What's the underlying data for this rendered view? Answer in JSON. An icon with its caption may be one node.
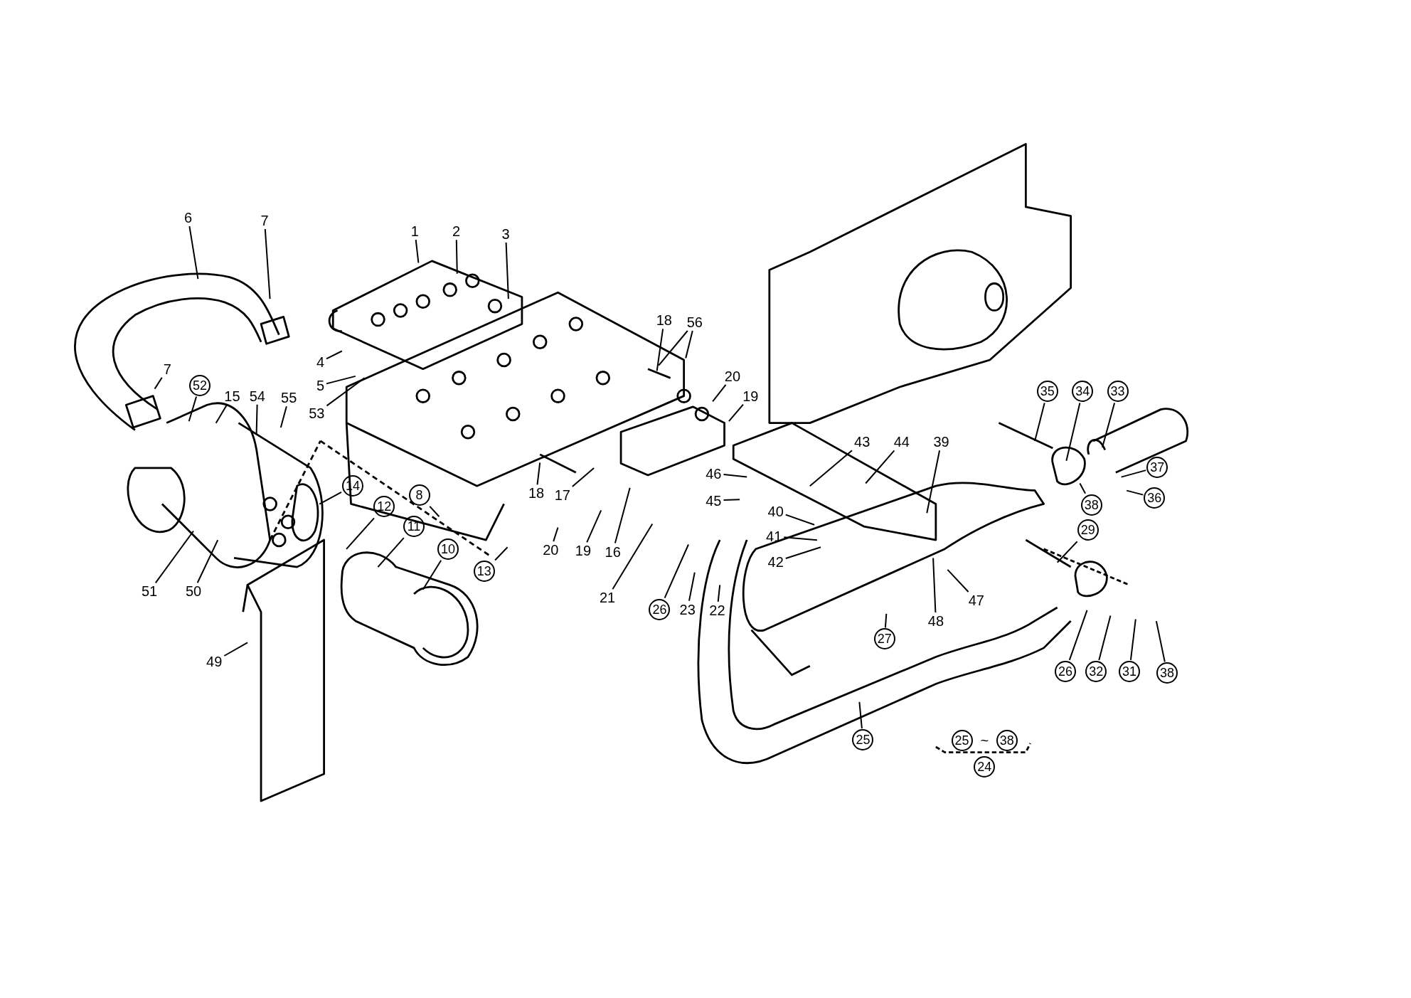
{
  "diagram": {
    "nodes": [
      {
        "text": [
          "6"
        ]
      },
      {
        "text": [
          "7"
        ]
      },
      {
        "text": [
          "7"
        ]
      },
      {
        "text": [
          "1"
        ]
      },
      {
        "text": [
          "2"
        ]
      },
      {
        "text": [
          "3"
        ]
      },
      {
        "text": [
          "52"
        ]
      },
      {
        "text": [
          "15"
        ]
      },
      {
        "text": [
          "54"
        ]
      },
      {
        "text": [
          "55"
        ]
      },
      {
        "text": [
          "4"
        ]
      },
      {
        "text": [
          "5"
        ]
      },
      {
        "text": [
          "53"
        ]
      },
      {
        "text": [
          "14"
        ]
      },
      {
        "text": [
          "8"
        ]
      },
      {
        "text": [
          "12"
        ]
      },
      {
        "text": [
          "11"
        ]
      },
      {
        "text": [
          "10"
        ]
      },
      {
        "text": [
          "13"
        ]
      },
      {
        "text": [
          "51"
        ]
      },
      {
        "text": [
          "50"
        ]
      },
      {
        "text": [
          "49"
        ]
      },
      {
        "text": [
          "18"
        ]
      },
      {
        "text": [
          "56"
        ]
      },
      {
        "text": [
          "20"
        ]
      },
      {
        "text": [
          "19"
        ]
      },
      {
        "text": [
          "17"
        ]
      },
      {
        "text": [
          "18"
        ]
      },
      {
        "text": [
          "20"
        ]
      },
      {
        "text": [
          "19"
        ]
      },
      {
        "text": [
          "16"
        ]
      },
      {
        "text": [
          "21"
        ]
      },
      {
        "text": [
          "26"
        ]
      },
      {
        "text": [
          "23"
        ]
      },
      {
        "text": [
          "22"
        ]
      },
      {
        "text": [
          "46"
        ]
      },
      {
        "text": [
          "45"
        ]
      },
      {
        "text": [
          "40"
        ]
      },
      {
        "text": [
          "41"
        ]
      },
      {
        "text": [
          "42"
        ]
      },
      {
        "text": [
          "43"
        ]
      },
      {
        "text": [
          "44"
        ]
      },
      {
        "text": [
          "39"
        ]
      },
      {
        "text": [
          "47"
        ]
      },
      {
        "text": [
          "48"
        ]
      },
      {
        "text": [
          "27"
        ]
      },
      {
        "text": [
          "25"
        ]
      },
      {
        "text": [
          "35"
        ]
      },
      {
        "text": [
          "34"
        ]
      },
      {
        "text": [
          "33"
        ]
      },
      {
        "text": [
          "37"
        ]
      },
      {
        "text": [
          "36"
        ]
      },
      {
        "text": [
          "38"
        ]
      },
      {
        "text": [
          "29"
        ]
      },
      {
        "text": [
          "26"
        ]
      },
      {
        "text": [
          "32"
        ]
      },
      {
        "text": [
          "31"
        ]
      },
      {
        "text": [
          "38"
        ]
      },
      {
        "text": [
          "25"
        ]
      },
      {
        "text": [
          "38"
        ]
      },
      {
        "text": [
          "24"
        ]
      }
    ],
    "edges": [
      {
        "from": 0,
        "to": null,
        "arrow": "none"
      },
      {
        "from": 1,
        "to": null,
        "arrow": "none"
      },
      {
        "from": 2,
        "to": null,
        "arrow": "none"
      },
      {
        "from": 3,
        "to": null,
        "arrow": "none"
      },
      {
        "from": 4,
        "to": null,
        "arrow": "none"
      },
      {
        "from": 5,
        "to": null,
        "arrow": "none"
      },
      {
        "from": 6,
        "to": null,
        "arrow": "none"
      },
      {
        "from": 7,
        "to": null,
        "arrow": "none"
      },
      {
        "from": 8,
        "to": null,
        "arrow": "none"
      },
      {
        "from": 9,
        "to": null,
        "arrow": "none"
      },
      {
        "from": 10,
        "to": null,
        "arrow": "none"
      },
      {
        "from": 11,
        "to": null,
        "arrow": "none"
      },
      {
        "from": 12,
        "to": null,
        "arrow": "none"
      },
      {
        "from": 13,
        "to": null,
        "arrow": "none"
      },
      {
        "from": 14,
        "to": null,
        "arrow": "none"
      },
      {
        "from": 15,
        "to": null,
        "arrow": "none"
      },
      {
        "from": 16,
        "to": null,
        "arrow": "none"
      },
      {
        "from": 17,
        "to": null,
        "arrow": "none"
      },
      {
        "from": 18,
        "to": null,
        "arrow": "none"
      },
      {
        "from": 19,
        "to": null,
        "arrow": "none"
      },
      {
        "from": 20,
        "to": null,
        "arrow": "none"
      },
      {
        "from": 21,
        "to": null,
        "arrow": "none"
      },
      {
        "from": 22,
        "to": null,
        "arrow": "none"
      },
      {
        "from": 23,
        "to": null,
        "arrow": "none"
      },
      {
        "from": 23,
        "to": null,
        "arrow": "none"
      },
      {
        "from": 24,
        "to": null,
        "arrow": "none"
      },
      {
        "from": 25,
        "to": null,
        "arrow": "none"
      },
      {
        "from": 26,
        "to": null,
        "arrow": "none"
      },
      {
        "from": 27,
        "to": null,
        "arrow": "none"
      },
      {
        "from": 28,
        "to": null,
        "arrow": "none"
      },
      {
        "from": 29,
        "to": null,
        "arrow": "none"
      },
      {
        "from": 30,
        "to": null,
        "arrow": "none"
      },
      {
        "from": 31,
        "to": null,
        "arrow": "none"
      },
      {
        "from": 32,
        "to": null,
        "arrow": "none"
      },
      {
        "from": 33,
        "to": null,
        "arrow": "none"
      },
      {
        "from": 34,
        "to": null,
        "arrow": "none"
      },
      {
        "from": 35,
        "to": null,
        "arrow": "none"
      },
      {
        "from": 36,
        "to": null,
        "arrow": "none"
      },
      {
        "from": 37,
        "to": null,
        "arrow": "none"
      },
      {
        "from": 38,
        "to": null,
        "arrow": "none"
      },
      {
        "from": 39,
        "to": null,
        "arrow": "none"
      },
      {
        "from": 40,
        "to": null,
        "arrow": "none"
      },
      {
        "from": 41,
        "to": null,
        "arrow": "none"
      },
      {
        "from": 42,
        "to": null,
        "arrow": "none"
      },
      {
        "from": 43,
        "to": null,
        "arrow": "none"
      },
      {
        "from": 44,
        "to": null,
        "arrow": "none"
      },
      {
        "from": 45,
        "to": null,
        "arrow": "none"
      },
      {
        "from": 46,
        "to": null,
        "arrow": "none"
      },
      {
        "from": 47,
        "to": null,
        "arrow": "none"
      },
      {
        "from": 48,
        "to": null,
        "arrow": "none"
      },
      {
        "from": 49,
        "to": null,
        "arrow": "none"
      },
      {
        "from": 50,
        "to": null,
        "arrow": "none"
      },
      {
        "from": 51,
        "to": null,
        "arrow": "none"
      },
      {
        "from": 52,
        "to": null,
        "arrow": "none"
      },
      {
        "from": 53,
        "to": null,
        "arrow": "none"
      },
      {
        "from": 54,
        "to": null,
        "arrow": "none"
      },
      {
        "from": 55,
        "to": null,
        "arrow": "none"
      },
      {
        "from": 56,
        "to": null,
        "arrow": "none"
      },
      {
        "from": 57,
        "to": null,
        "arrow": "none"
      }
    ],
    "labels": [
      "~"
    ]
  }
}
